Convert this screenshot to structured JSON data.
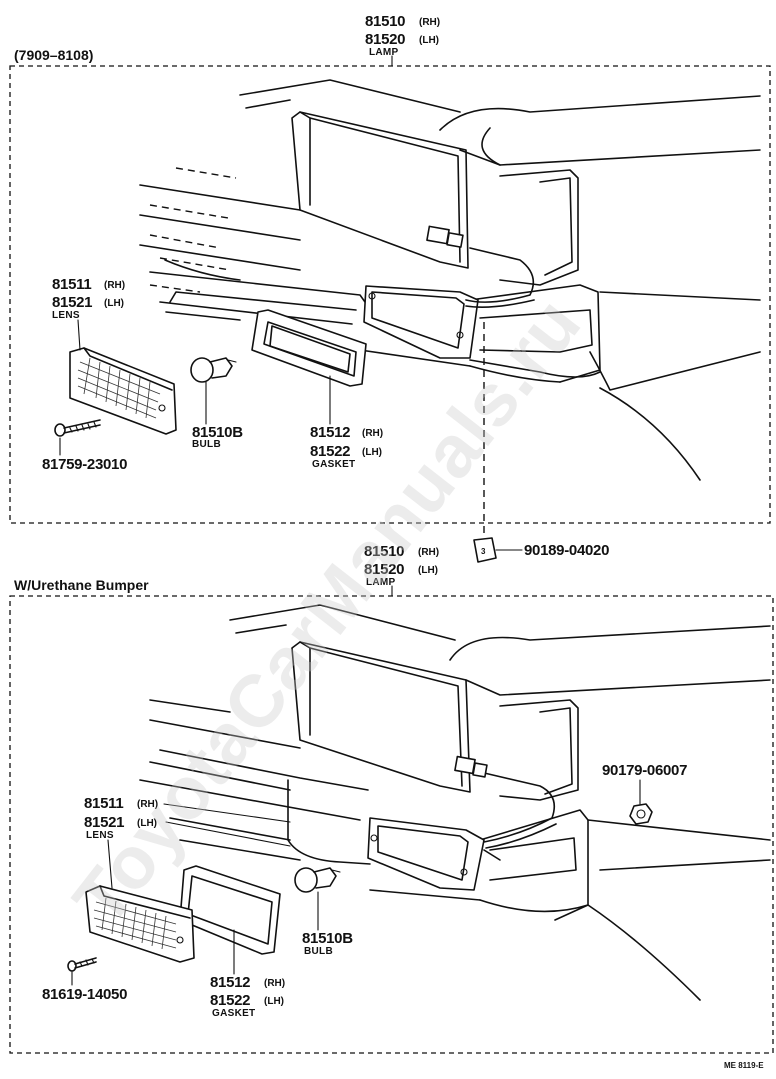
{
  "watermark": "ToyotaCarManuals.ru",
  "sections": [
    {
      "header": "(7909–8108)",
      "lamp": {
        "pn_rh": "81510",
        "rh": "(RH)",
        "pn_lh": "81520",
        "lh": "(LH)",
        "name": "LAMP"
      },
      "lens": {
        "pn_rh": "81511",
        "rh": "(RH)",
        "pn_lh": "81521",
        "lh": "(LH)",
        "name": "LENS"
      },
      "bulb": {
        "pn": "81510B",
        "name": "BULB"
      },
      "gasket": {
        "pn_rh": "81512",
        "rh": "(RH)",
        "pn_lh": "81522",
        "lh": "(LH)",
        "name": "GASKET"
      },
      "screw": "81759-23010"
    },
    {
      "header": "W/Urethane Bumper",
      "lamp": {
        "pn_rh": "81510",
        "rh": "(RH)",
        "pn_lh": "81520",
        "lh": "(LH)",
        "name": "LAMP"
      },
      "lens": {
        "pn_rh": "81511",
        "rh": "(RH)",
        "pn_lh": "81521",
        "lh": "(LH)",
        "name": "LENS"
      },
      "bulb": {
        "pn": "81510B",
        "name": "BULB"
      },
      "gasket": {
        "pn_rh": "81512",
        "rh": "(RH)",
        "pn_lh": "81522",
        "lh": "(LH)",
        "name": "GASKET"
      },
      "screw": "81619-14050",
      "nut": "90179-06007"
    }
  ],
  "shared_clip": "90189-04020",
  "figure_ref": "ME 8119-E"
}
